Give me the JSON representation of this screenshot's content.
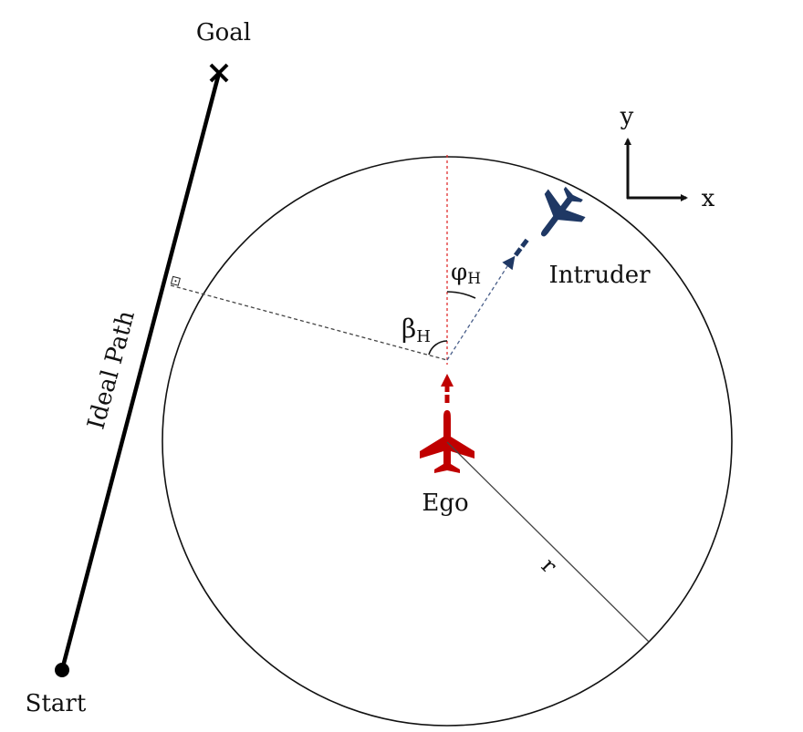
{
  "labels": {
    "goal": "Goal",
    "start": "Start",
    "ideal_path": "Ideal Path",
    "intruder": "Intruder",
    "ego": "Ego",
    "radius": "r",
    "axis_x": "x",
    "axis_y": "y",
    "beta": "β",
    "phi": "φ",
    "subscript": "H"
  },
  "colors": {
    "ego": "#c00000",
    "intruder": "#1f3864",
    "line": "#000000"
  },
  "icons": {
    "ego": "airplane-icon",
    "intruder": "airplane-icon",
    "goal": "cross-icon",
    "start": "dot-icon"
  }
}
